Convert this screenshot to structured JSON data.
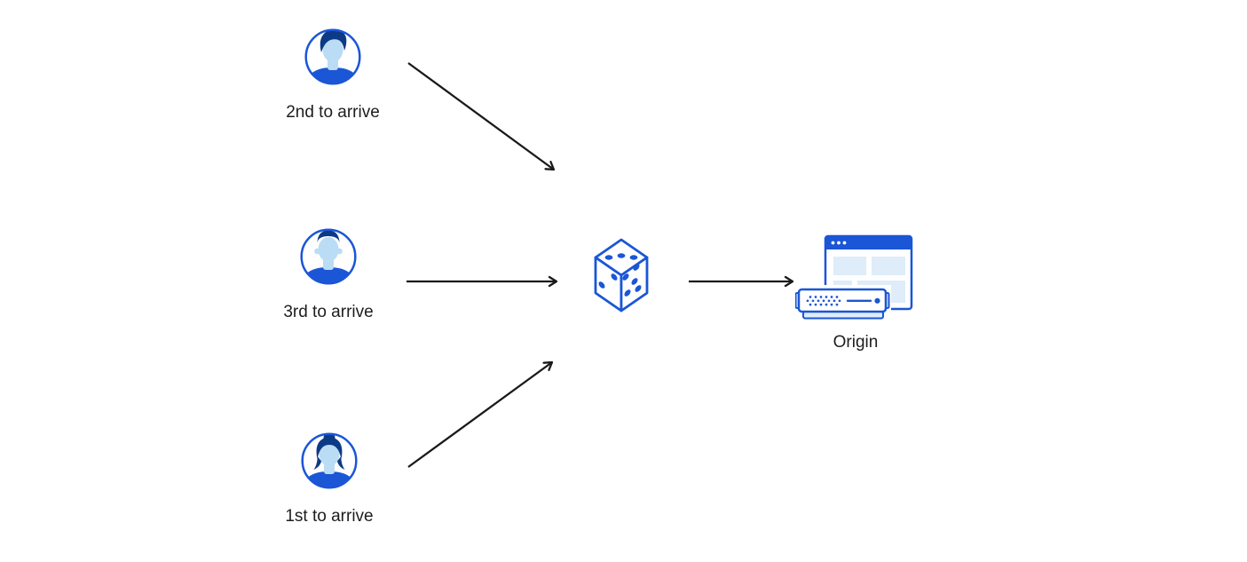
{
  "diagram": {
    "nodes": {
      "visitor_second": {
        "label": "2nd to arrive",
        "icon": "male-avatar-icon"
      },
      "visitor_third": {
        "label": "3rd to arrive",
        "icon": "male-avatar-icon"
      },
      "visitor_first": {
        "label": "1st to arrive",
        "icon": "female-avatar-icon"
      },
      "randomizer": {
        "icon": "dice-icon"
      },
      "origin": {
        "label": "Origin",
        "icon": "origin-server-browser-icon"
      }
    },
    "edges": [
      {
        "from": "visitor_second",
        "to": "randomizer"
      },
      {
        "from": "visitor_third",
        "to": "randomizer"
      },
      {
        "from": "visitor_first",
        "to": "randomizer"
      },
      {
        "from": "randomizer",
        "to": "origin"
      }
    ],
    "colors": {
      "primary_blue": "#1a56d6",
      "dark_navy_hair": "#0d3a86",
      "skin_light_blue": "#badcf4",
      "panel_light_blue": "#dfecf9",
      "arrow_black": "#1a1a1a",
      "text_black": "#1d1d1f",
      "canvas_white": "#ffffff"
    }
  }
}
